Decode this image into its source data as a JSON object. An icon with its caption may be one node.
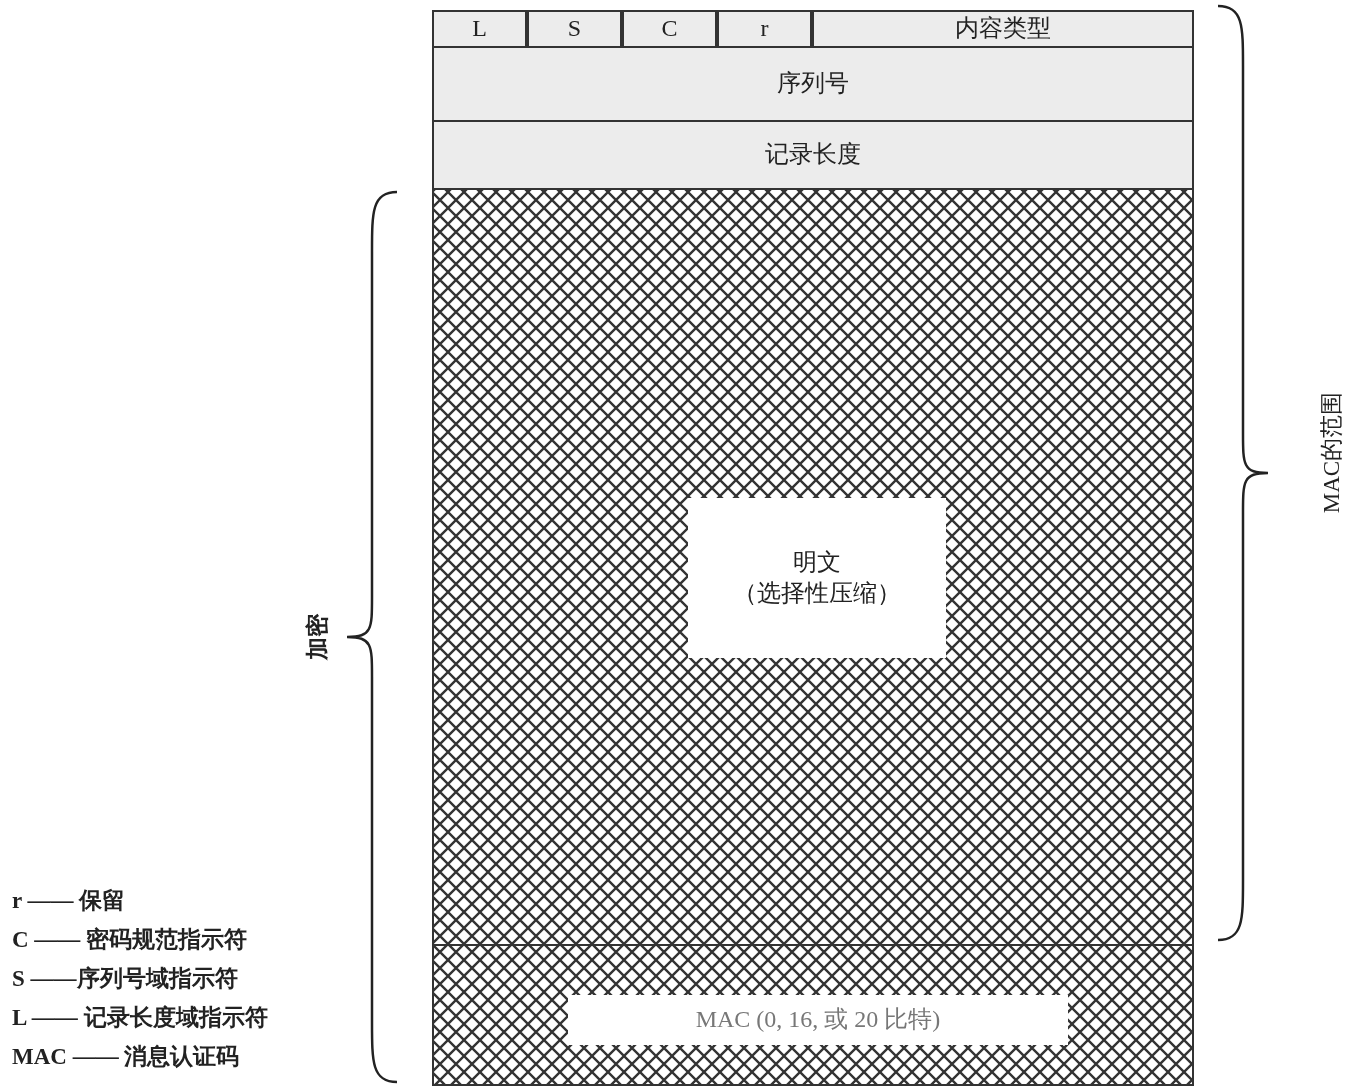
{
  "diagram": {
    "nodes": [
      {
        "text": [
          "L"
        ]
      },
      {
        "text": [
          "S"
        ]
      },
      {
        "text": [
          "C"
        ]
      },
      {
        "text": [
          "r"
        ]
      },
      {
        "text": [
          "内容类型"
        ]
      },
      {
        "text": [
          "序列号"
        ]
      },
      {
        "text": [
          "记录长度"
        ]
      },
      {
        "text": [
          "明文",
          "（选择性压缩）"
        ]
      },
      {
        "text": [
          "MAC (0, 16, 或 20 比特)"
        ]
      }
    ],
    "edges": [],
    "labels": [
      "加密",
      "MAC的范围",
      "r —— 保留",
      "C —— 密码规范指示符",
      "S ——序列号域指示符",
      "L —— 记录长度域指示符",
      "MAC —— 消息认证码"
    ]
  }
}
